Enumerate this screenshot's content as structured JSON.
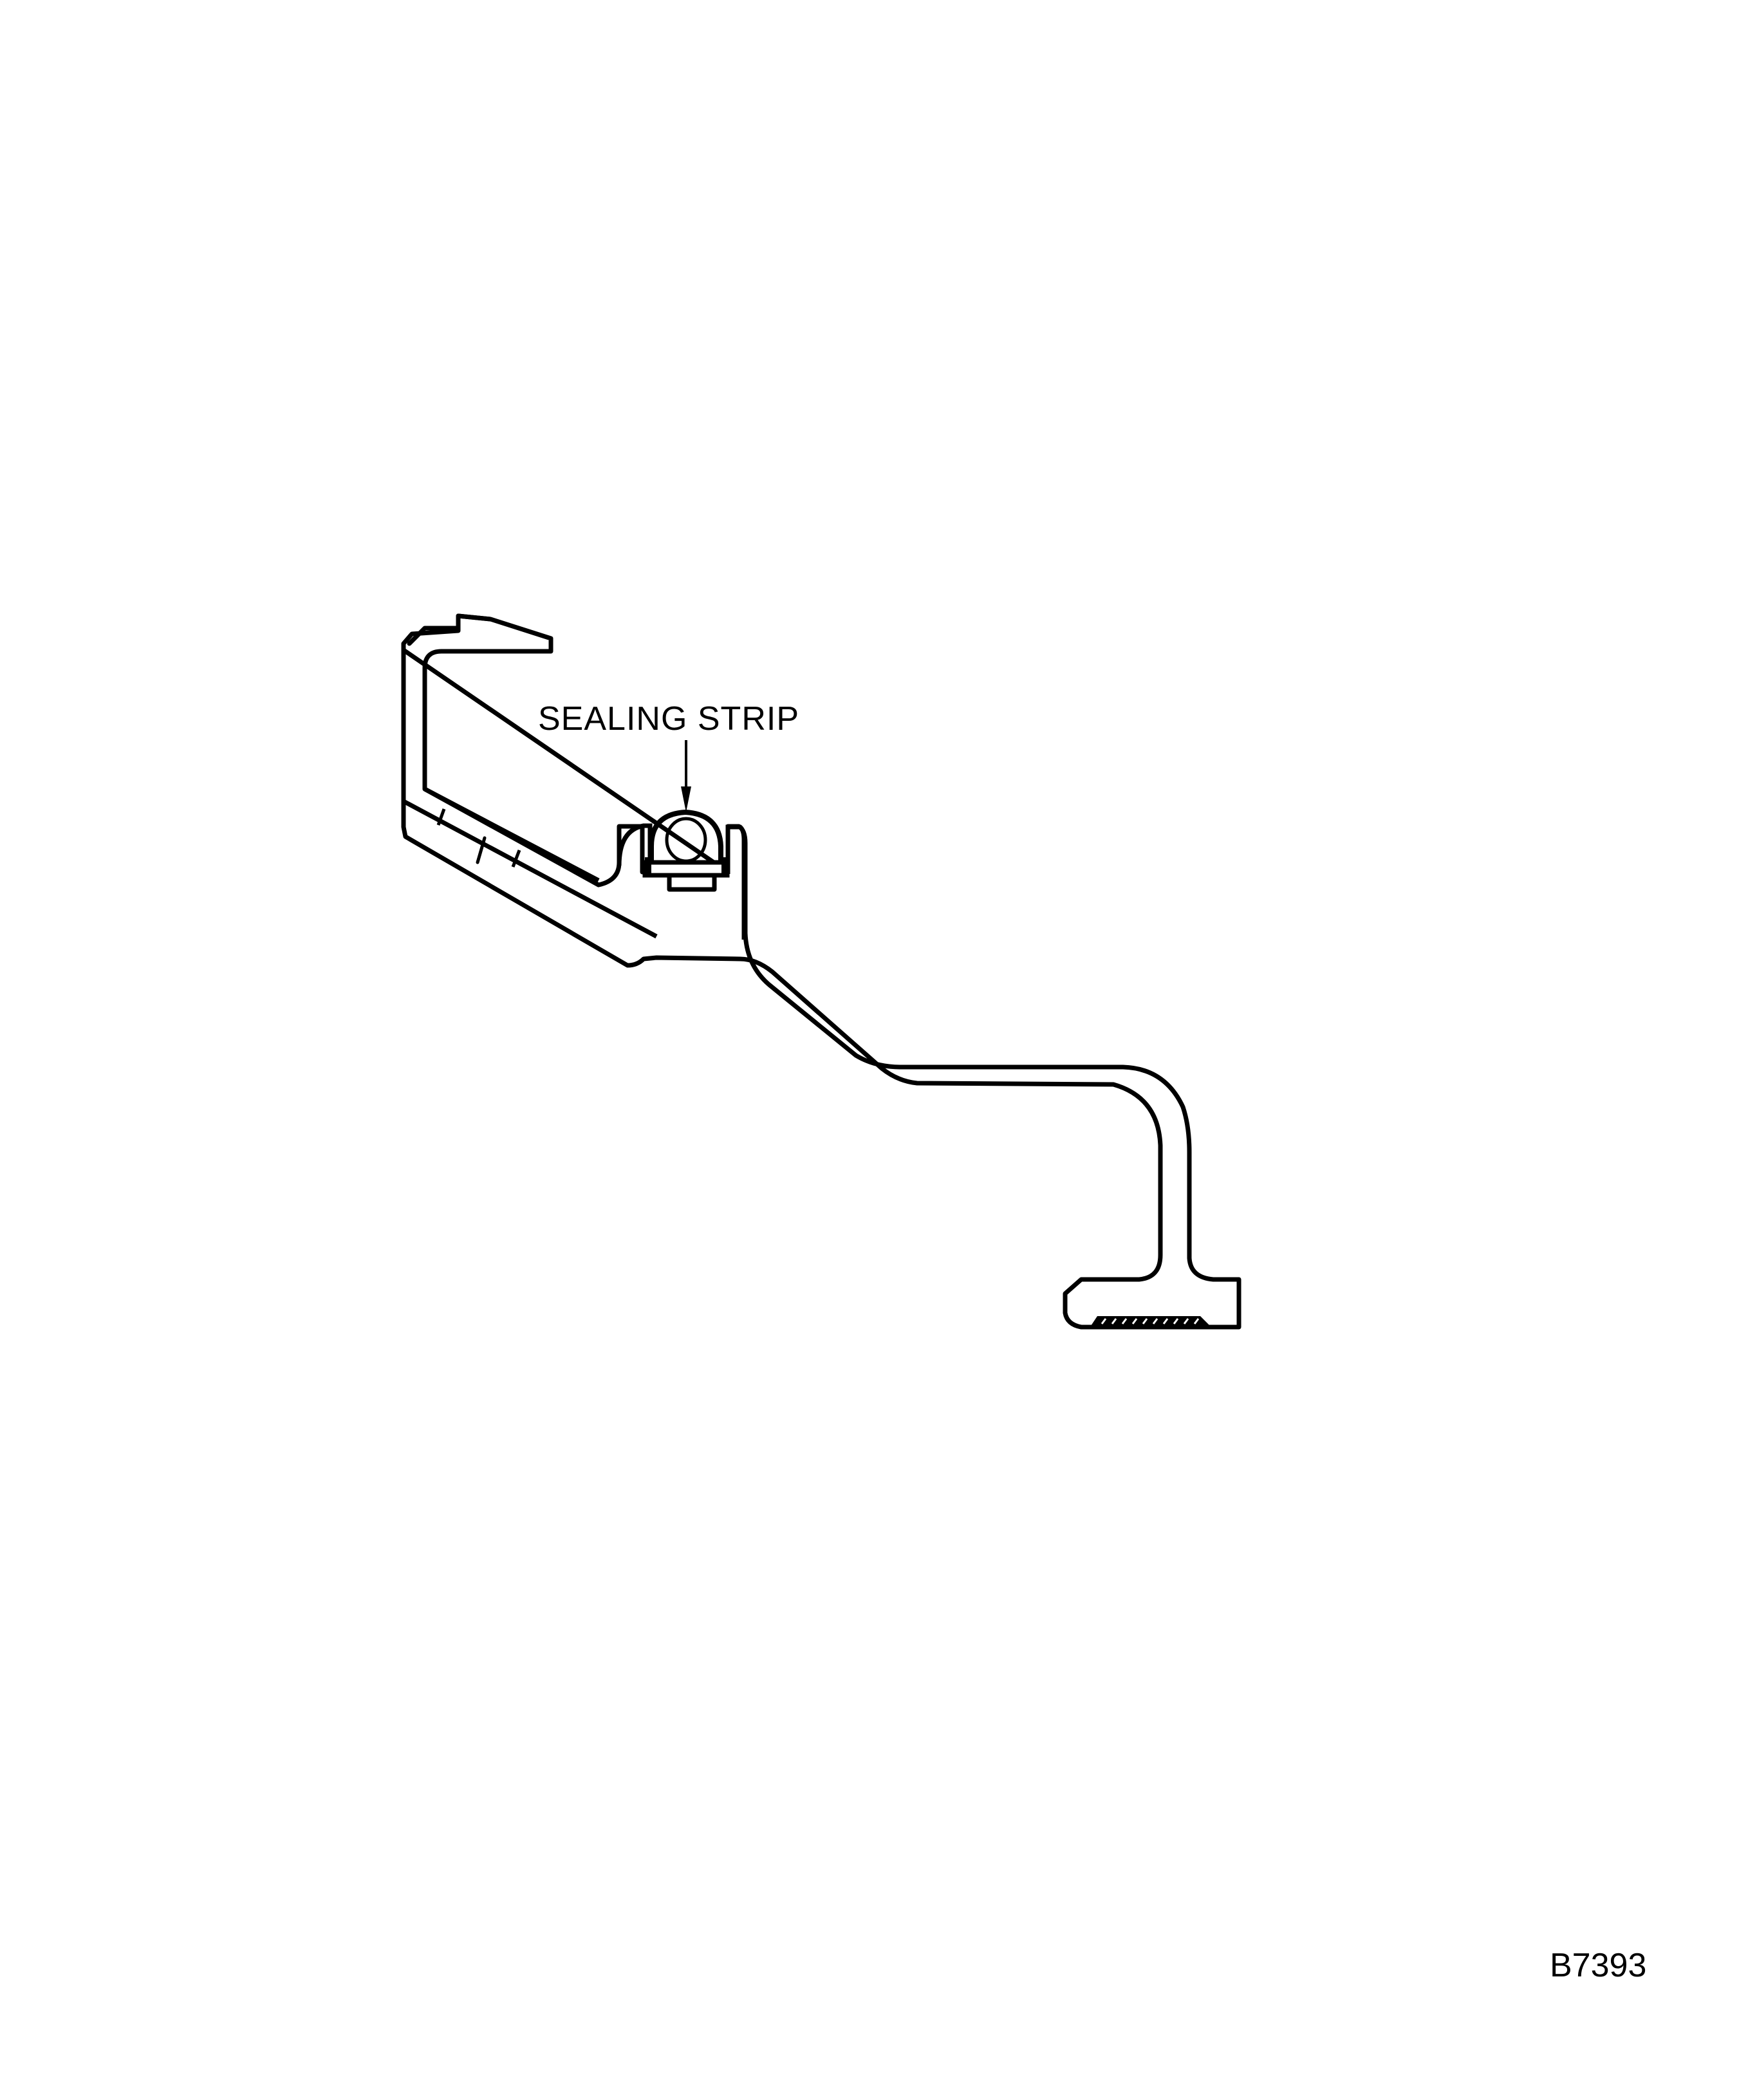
{
  "figure": {
    "callout_label": "SEALING STRIP",
    "figure_id": "B7393",
    "subject": "cross-section-profile",
    "colors": {
      "background": "#ffffff",
      "ink": "#000000"
    }
  }
}
